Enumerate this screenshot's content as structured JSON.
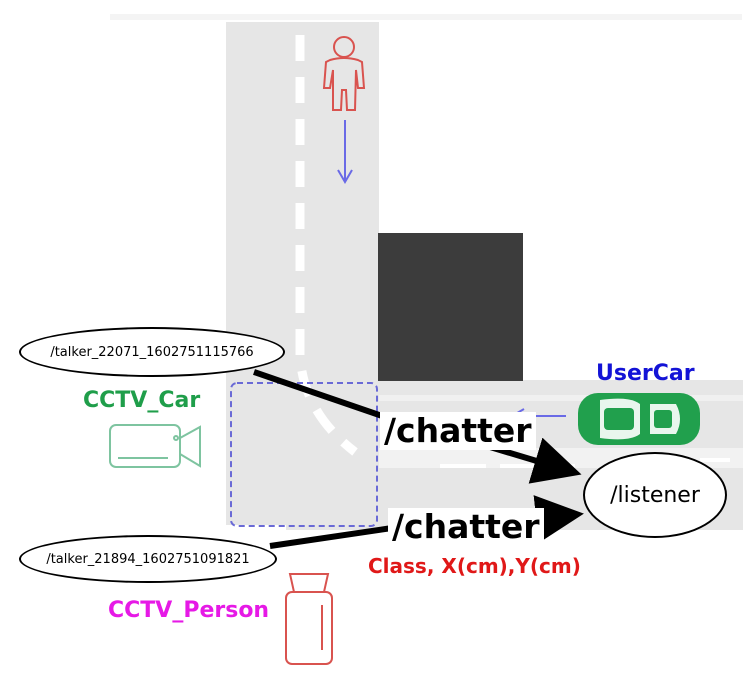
{
  "nodes": {
    "talker_car": "/talker_22071_1602751115766",
    "talker_person": "/talker_21894_1602751091821",
    "listener": "/listener"
  },
  "topics": {
    "upper": "/chatter",
    "lower": "/chatter"
  },
  "labels": {
    "cctv_car": "CCTV_Car",
    "cctv_person": "CCTV_Person",
    "user_car": "UserCar",
    "message_format": "Class,  X(cm),Y(cm)"
  },
  "colors": {
    "road": "#e6e6e6",
    "building": "#3c3c3c",
    "cctv_car": "#1f9e4a",
    "cctv_person": "#e619e6",
    "user_car": "#1313d6",
    "message_format": "#e01818",
    "person_icon": "#d9534f",
    "arrow_blue": "#6a6ae6",
    "detection_box": "#6a6ad6"
  },
  "icons": [
    "person-icon",
    "camera-icon",
    "car-icon",
    "cctv-pole-icon"
  ]
}
